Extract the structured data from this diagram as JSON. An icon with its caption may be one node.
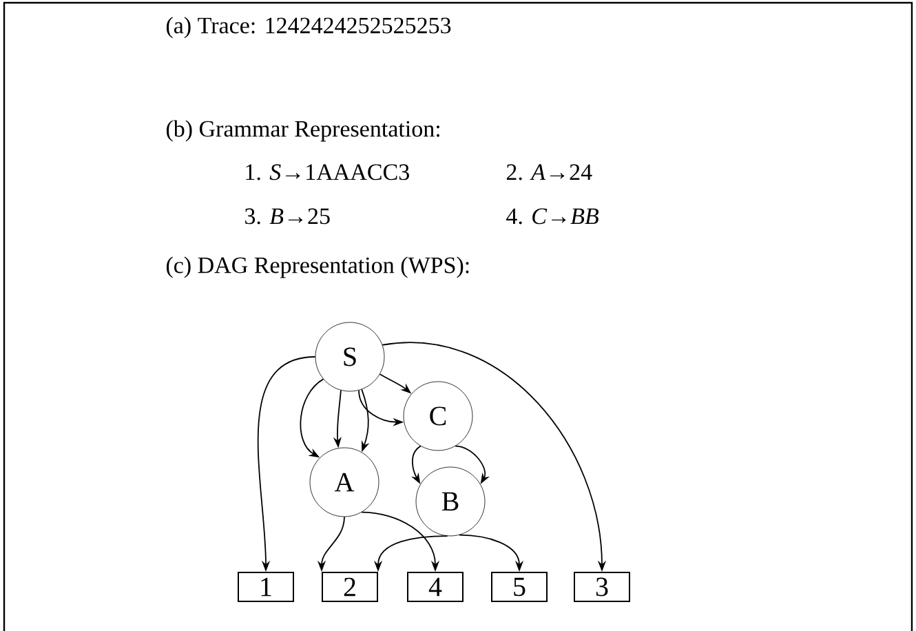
{
  "diagram": {
    "nodes": [
      {
        "text": [
          "S"
        ]
      },
      {
        "text": [
          "A"
        ]
      },
      {
        "text": [
          "C"
        ]
      },
      {
        "text": [
          "B"
        ]
      },
      {
        "text": [
          "1"
        ]
      },
      {
        "text": [
          "2"
        ]
      },
      {
        "text": [
          "4"
        ]
      },
      {
        "text": [
          "5"
        ]
      },
      {
        "text": [
          "3"
        ]
      }
    ],
    "edges": [
      {
        "from": 0,
        "to": 4,
        "arrow": "to"
      },
      {
        "from": 0,
        "to": 1,
        "arrow": "to"
      },
      {
        "from": 0,
        "to": 1,
        "arrow": "to"
      },
      {
        "from": 0,
        "to": 1,
        "arrow": "to"
      },
      {
        "from": 0,
        "to": 2,
        "arrow": "to"
      },
      {
        "from": 0,
        "to": 2,
        "arrow": "to"
      },
      {
        "from": 0,
        "to": 8,
        "arrow": "to"
      },
      {
        "from": 2,
        "to": 3,
        "arrow": "to"
      },
      {
        "from": 2,
        "to": 3,
        "arrow": "to"
      },
      {
        "from": 1,
        "to": 5,
        "arrow": "to"
      },
      {
        "from": 1,
        "to": 6,
        "arrow": "to"
      },
      {
        "from": 3,
        "to": 5,
        "arrow": "to"
      },
      {
        "from": 3,
        "to": 7,
        "arrow": "to"
      }
    ],
    "labels": [
      "(a) Trace: 1242424252525253",
      "(b) Grammar Representation:",
      "1. *S*→1AAACC3",
      "2. *A*→24",
      "3. *B*→25",
      "4. *C*→*BB*",
      "(c) DAG Representation (WPS):"
    ]
  }
}
